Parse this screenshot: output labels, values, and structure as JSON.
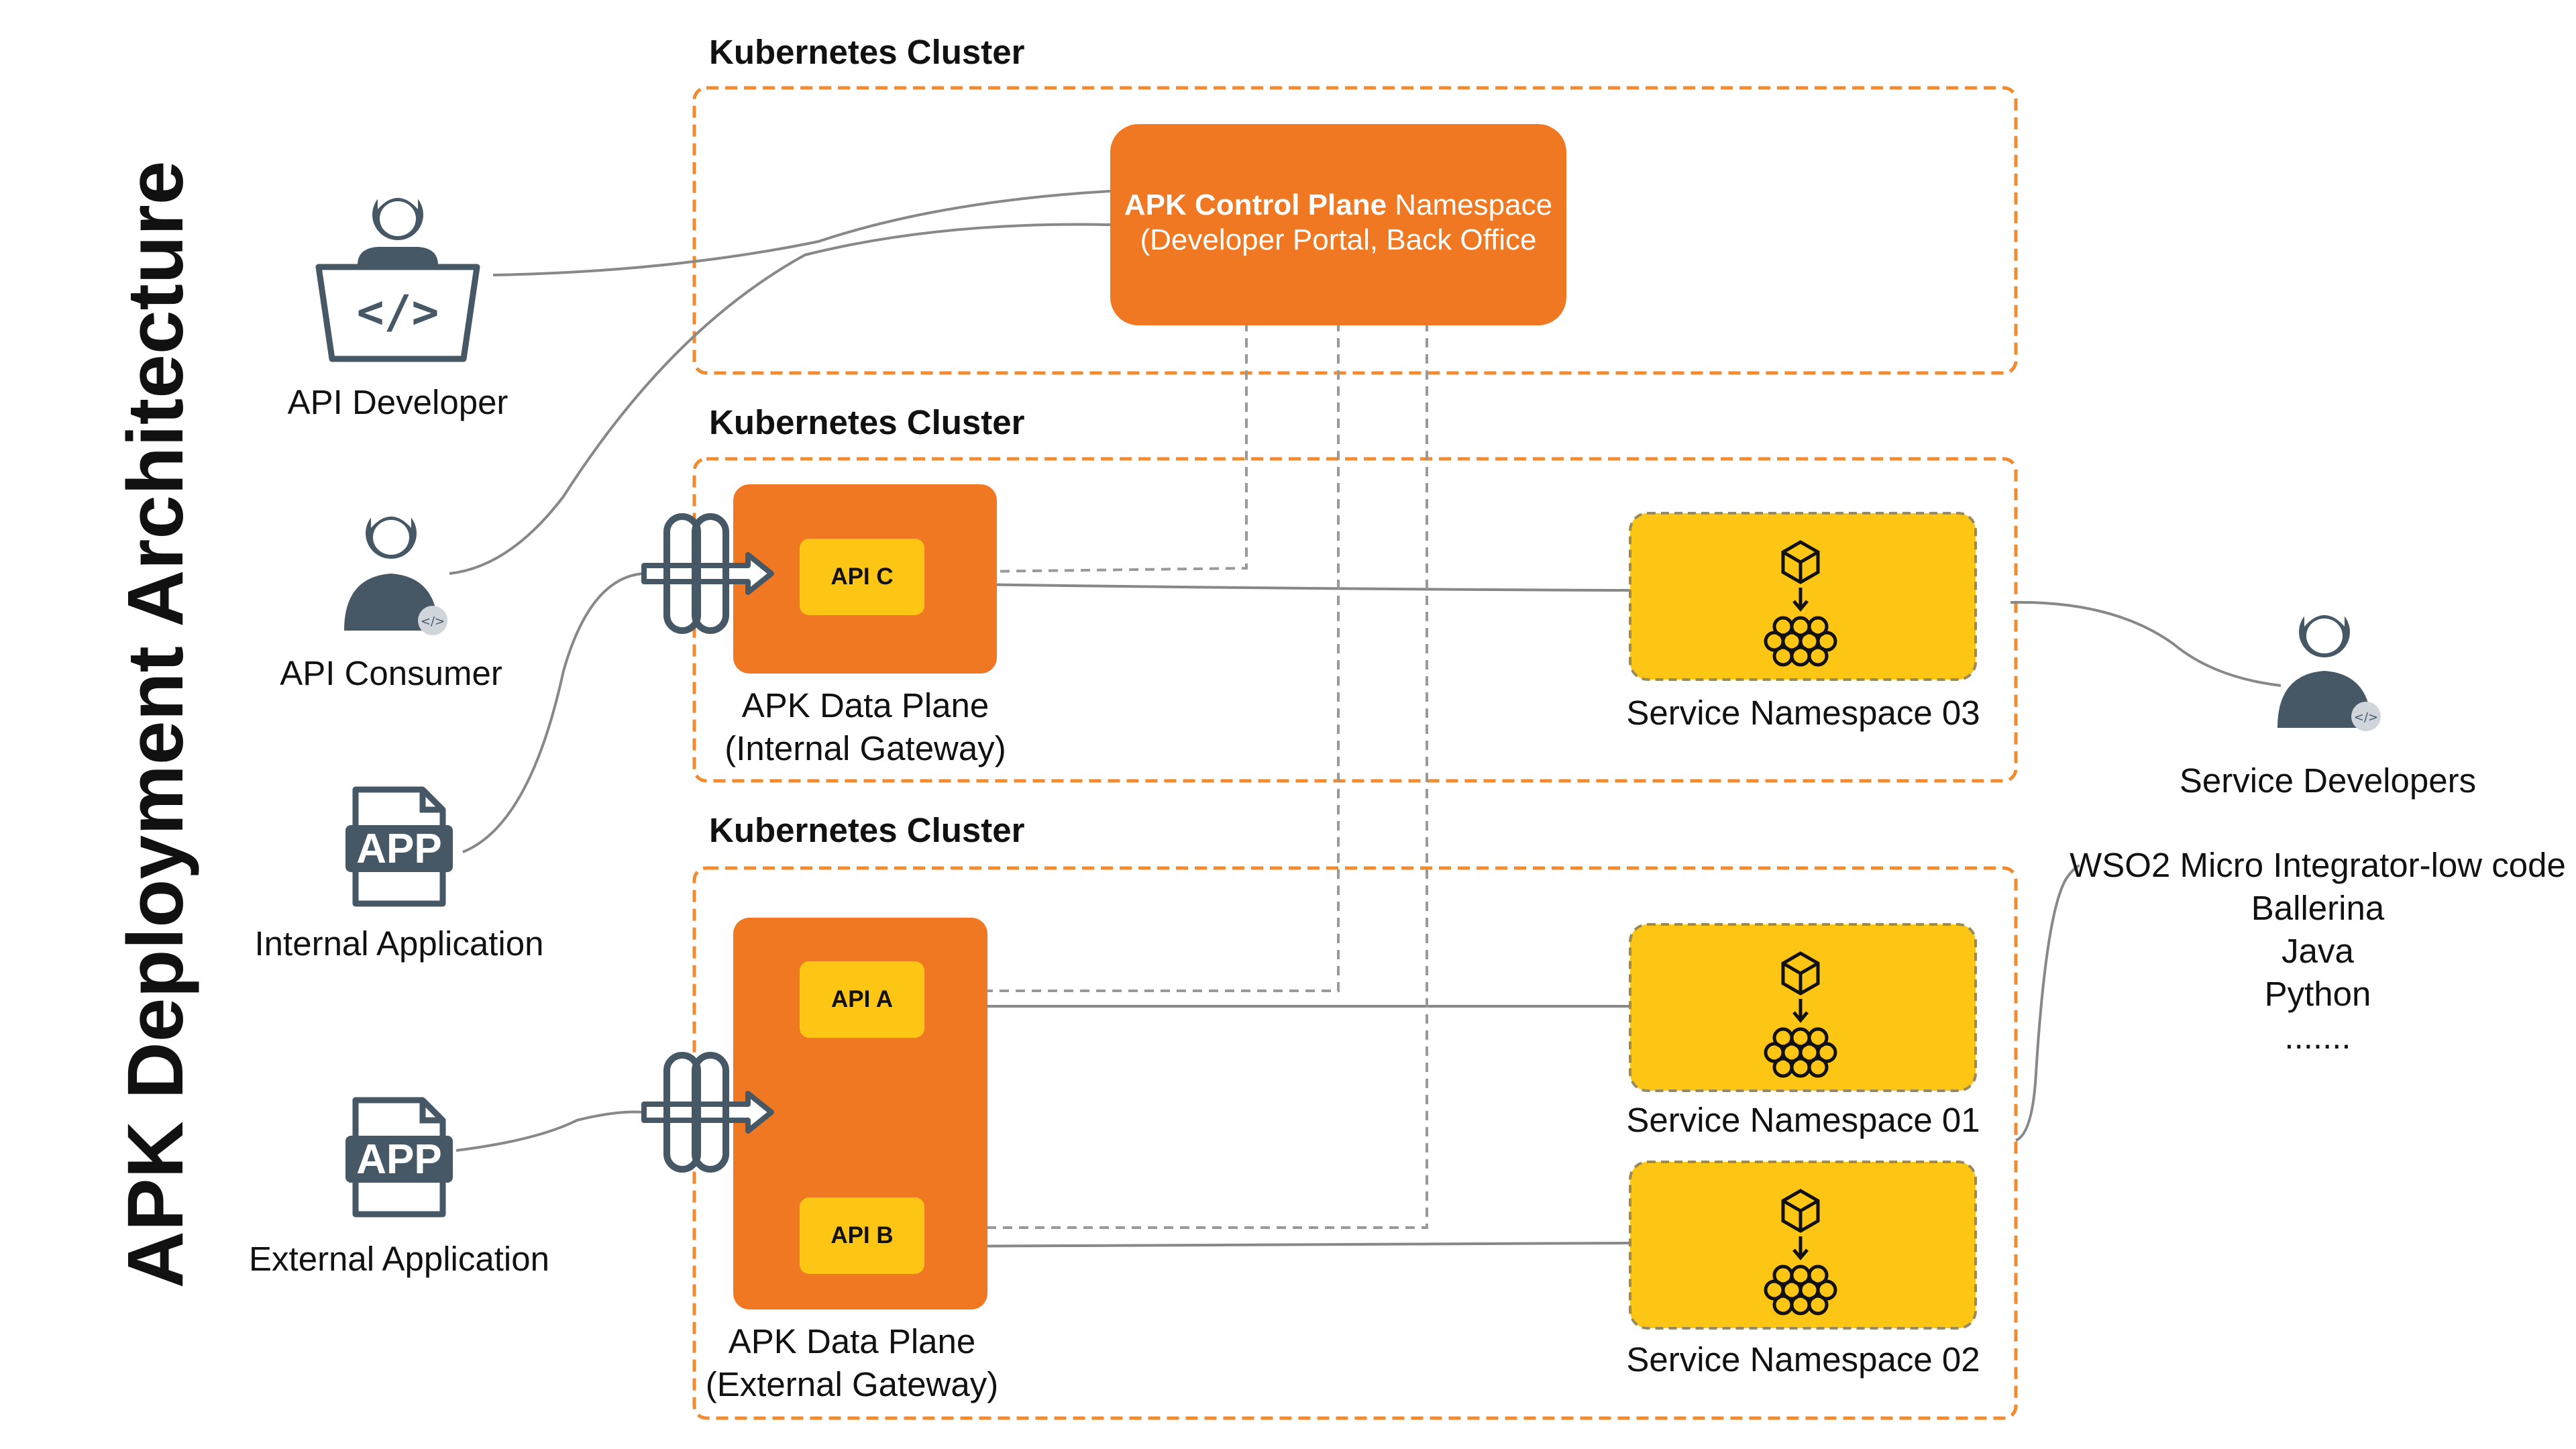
{
  "title": "APK Deployment Architecture",
  "clusters": [
    {
      "title": "Kubernetes Cluster"
    },
    {
      "title": "Kubernetes Cluster"
    },
    {
      "title": "Kubernetes Cluster"
    }
  ],
  "control_plane": {
    "bold": "APK Control Plane",
    "rest": " Namespace",
    "line2": "(Developer Portal, Back Office"
  },
  "actors": {
    "api_developer": "API Developer",
    "api_consumer": "API Consumer",
    "internal_app": "Internal Application",
    "external_app": "External Application",
    "service_developers": "Service Developers",
    "app_badge": "APP"
  },
  "data_planes": {
    "internal": {
      "line1": "APK Data Plane",
      "line2": "(Internal Gateway)"
    },
    "external": {
      "line1": "APK Data Plane",
      "line2": "(External Gateway)"
    }
  },
  "apis": {
    "c": "API C",
    "a": "API A",
    "b": "API B"
  },
  "services": {
    "ns03": "Service Namespace 03",
    "ns01": "Service Namespace 01",
    "ns02": "Service Namespace 02"
  },
  "languages": [
    "WSO2 Micro Integrator-low code",
    "Ballerina",
    "Java",
    "Python",
    "......."
  ],
  "colors": {
    "orange": "#f07822",
    "yellow": "#fdc514",
    "cluster_border": "#f28a2e",
    "icon_dark": "#465766",
    "line": "#888888"
  }
}
